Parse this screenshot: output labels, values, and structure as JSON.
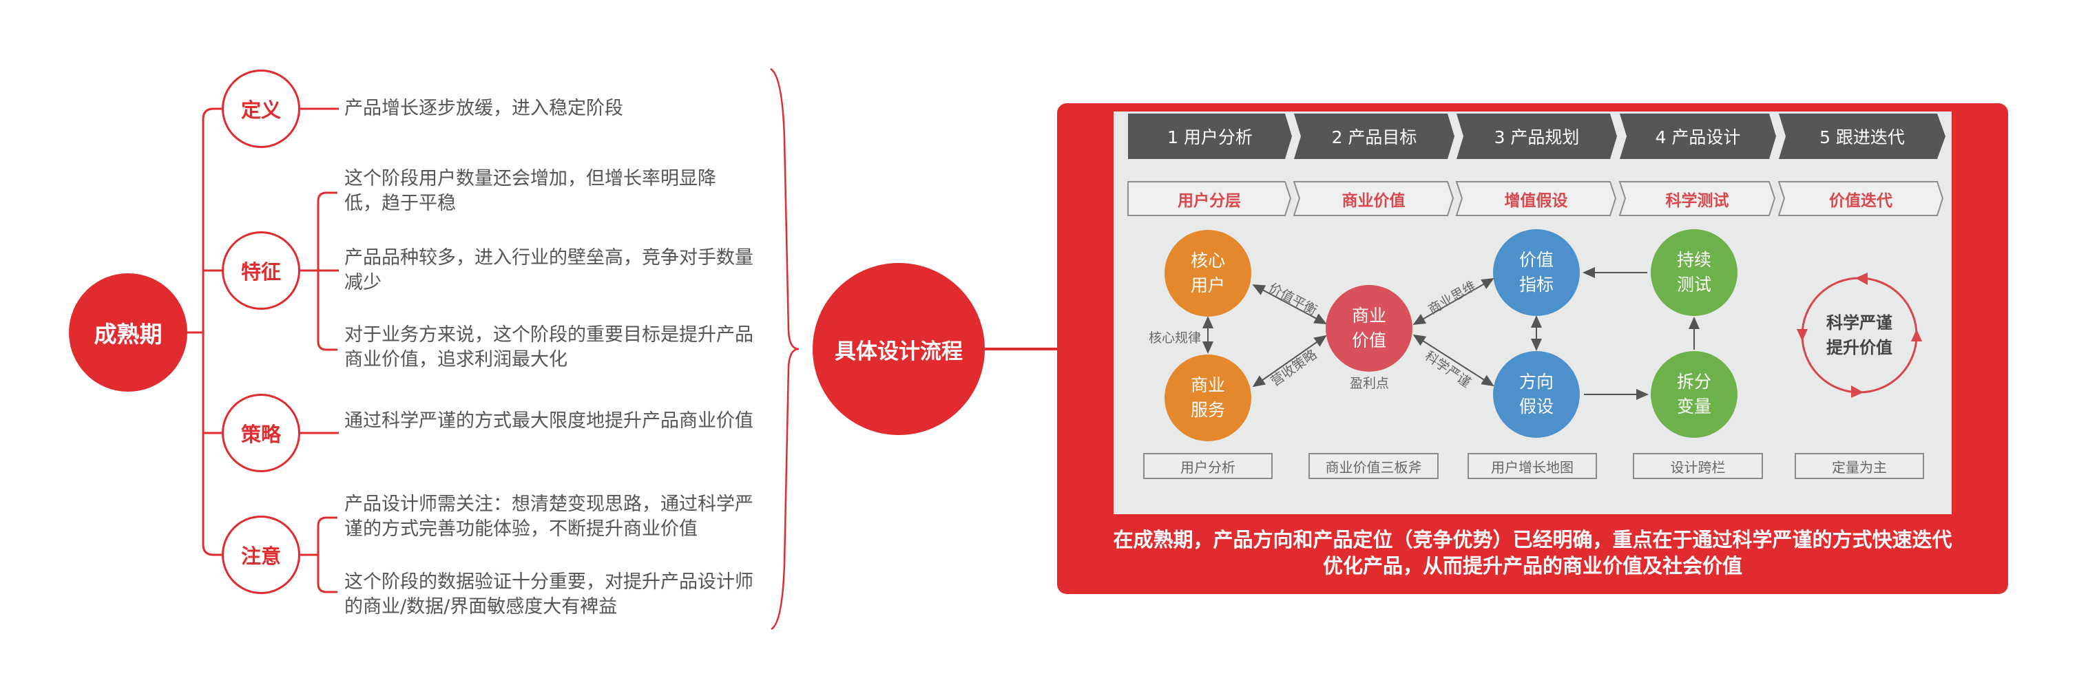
{
  "mindmap": {
    "root": {
      "label": "成熟期"
    },
    "branches": [
      {
        "label": "定义",
        "notes": [
          "产品增长逐步放缓，进入稳定阶段"
        ]
      },
      {
        "label": "特征",
        "notes": [
          "这个阶段用户数量还会增加，但增长率明显降低，趋于平稳",
          "产品品种较多，进入行业的壁垒高，竞争对手数量减少",
          "对于业务方来说，这个阶段的重要目标是提升产品商业价值，追求利润最大化"
        ]
      },
      {
        "label": "策略",
        "notes": [
          "通过科学严谨的方式最大限度地提升产品商业价值"
        ]
      },
      {
        "label": "注意",
        "notes": [
          "产品设计师需关注：想清楚变现思路，通过科学严谨的方式完善功能体验，不断提升商业价值",
          "这个阶段的数据验证十分重要，对提升产品设计师的商业/数据/界面敏感度大有裨益"
        ]
      }
    ],
    "summary_node": {
      "label": "具体设计流程"
    }
  },
  "flow_panel": {
    "steps": [
      "1 用户分析",
      "2 产品目标",
      "3 产品规划",
      "4 产品设计",
      "5 跟进迭代"
    ],
    "sub_steps": [
      "用户分层",
      "商业价值",
      "增值假设",
      "科学测试",
      "价值迭代"
    ],
    "nodes": {
      "core_user": "核心\n用户",
      "biz_service": "商业\n服务",
      "biz_value": "商业\n价值",
      "value_metric": "价值\n指标",
      "direction_hypo": "方向\n假设",
      "continuous_test": "持续\n测试",
      "split_variable": "拆分\n变量"
    },
    "node_lines": {
      "core_user": [
        "核心",
        "用户"
      ],
      "biz_service": [
        "商业",
        "服务"
      ],
      "biz_value": [
        "商业",
        "价值"
      ],
      "value_metric": [
        "价值",
        "指标"
      ],
      "direction_hypo": [
        "方向",
        "假设"
      ],
      "continuous_test": [
        "持续",
        "测试"
      ],
      "split_variable": [
        "拆分",
        "变量"
      ]
    },
    "edge_labels": {
      "core_rule": "核心规律",
      "value_balance": "价值平衡",
      "revenue_strategy": "营收策略",
      "profit_point": "盈利点",
      "business_thinking": "商业思维",
      "scientific_rigor": "科学严谨"
    },
    "cycle": {
      "line1": "科学严谨",
      "line2": "提升价值"
    },
    "tools": [
      "用户分析",
      "商业价值三板斧",
      "用户增长地图",
      "设计跨栏",
      "定量为主"
    ],
    "caption_line1": "在成熟期，产品方向和产品定位（竞争优势）已经明确，重点在于通过科学严谨的方式快速迭代",
    "caption_line2": "优化产品，从而提升产品的商业价值及社会价值"
  },
  "colors": {
    "accent_red": "#E22B2F",
    "step_dark": "#555658",
    "panel_gray": "#E8EAEA",
    "node_orange": "#E5882B",
    "node_red": "#D9515A",
    "node_blue": "#4C90CC",
    "node_green": "#6CB14A",
    "note_text": "#555555"
  }
}
